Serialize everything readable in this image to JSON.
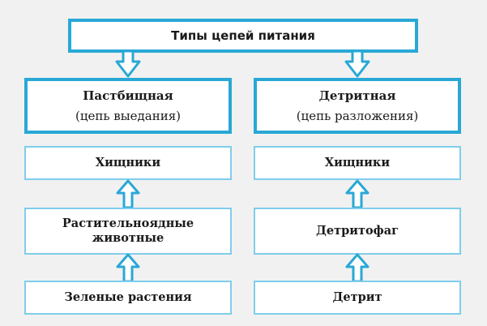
{
  "title": "Типы цепей питания",
  "left_column": {
    "heading": "Пастбищная",
    "subheading": "(цепь выедания)",
    "levels": [
      {
        "lines": [
          "Хищники"
        ]
      },
      {
        "lines": [
          "Растительноядные",
          "животные"
        ]
      },
      {
        "lines": [
          "Зеленые растения"
        ]
      }
    ]
  },
  "right_column": {
    "heading": "Детритная",
    "subheading": "(цепь разложения)",
    "levels": [
      {
        "lines": [
          "Хищники"
        ]
      },
      {
        "lines": [
          "Детритофаг"
        ]
      },
      {
        "lines": [
          "Детрит"
        ]
      }
    ]
  },
  "colors": {
    "accent": "#29a8d6",
    "accent_light": "#7fcdea",
    "background": "#f1f1f1",
    "box_fill": "#ffffff"
  }
}
